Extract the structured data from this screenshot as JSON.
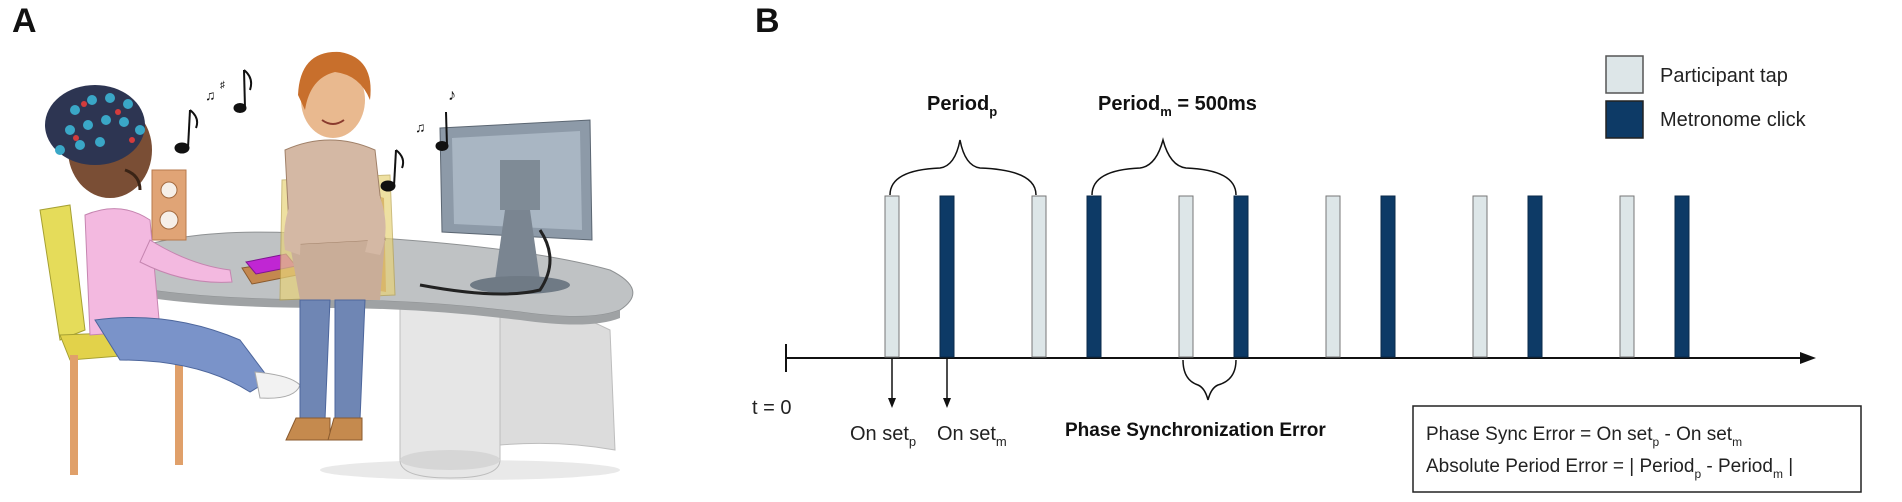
{
  "panels": {
    "a": "A",
    "b": "B"
  },
  "legend": {
    "participant": {
      "label": "Participant tap",
      "color": "#dde6e8"
    },
    "metronome": {
      "label": "Metronome click",
      "color": "#0d3a66"
    }
  },
  "period_p": {
    "main": "Period",
    "sub": "p"
  },
  "period_m": {
    "main": "Period",
    "sub": "m",
    "rest": " = 500ms"
  },
  "t0": "t = 0",
  "onset_p": {
    "main": "On set",
    "sub": "p"
  },
  "onset_m": {
    "main": "On set",
    "sub": "m"
  },
  "phase_label": "Phase Synchronization Error",
  "formula": {
    "line1": {
      "a": "Phase Sync Error = On set",
      "s1": "p",
      "b": " - On set",
      "s2": "m"
    },
    "line2": {
      "a": "Absolute Period Error = | Period",
      "s1": "p",
      "b": " - Period",
      "s2": "m",
      "c": " |"
    }
  },
  "chart_data": {
    "type": "timeline",
    "participant_taps": [
      1,
      2,
      3,
      4,
      5,
      6
    ],
    "metronome_clicks": [
      1,
      2,
      3,
      4,
      5,
      6
    ],
    "note": ""
  }
}
